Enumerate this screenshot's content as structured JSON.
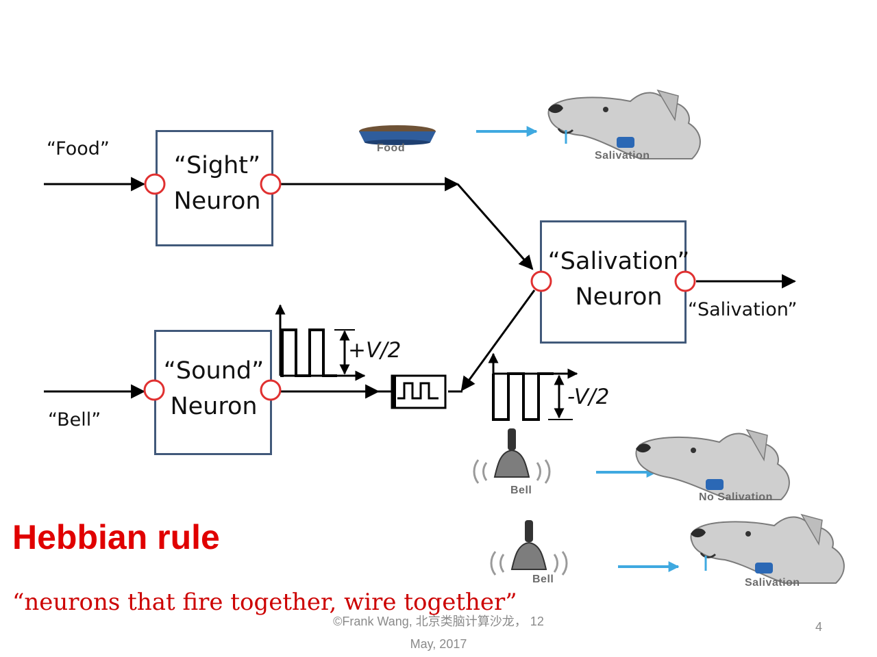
{
  "neurons": {
    "sight": {
      "line1": "“Sight”",
      "line2": "Neuron"
    },
    "sound": {
      "line1": "“Sound”",
      "line2": "Neuron"
    },
    "salivation": {
      "line1": "“Salivation”",
      "line2": "Neuron"
    }
  },
  "io_labels": {
    "food_input": "“Food”",
    "bell_input": "“Bell”",
    "salivation_output": "“Salivation”"
  },
  "voltages": {
    "positive": "+V/2",
    "negative": "-V/2"
  },
  "pictures": {
    "food_bowl_caption": "Food",
    "dog_top_caption": "Salivation",
    "bell_mid_caption": "Bell",
    "dog_mid_caption": "No Salivation",
    "bell_bottom_caption": "Bell",
    "dog_bottom_caption": "Salivation"
  },
  "title": "Hebbian rule",
  "subtitle": "“neurons that fire together, wire together”",
  "footer": {
    "line1": "©Frank Wang, 北京类脑计算沙龙， 12",
    "line2": "May, 2017"
  },
  "page_number": "4",
  "colors": {
    "box_border": "#41597a",
    "synapse_circle": "#e03030",
    "title": "#e00000",
    "arrow_blue": "#3fa9e0"
  }
}
